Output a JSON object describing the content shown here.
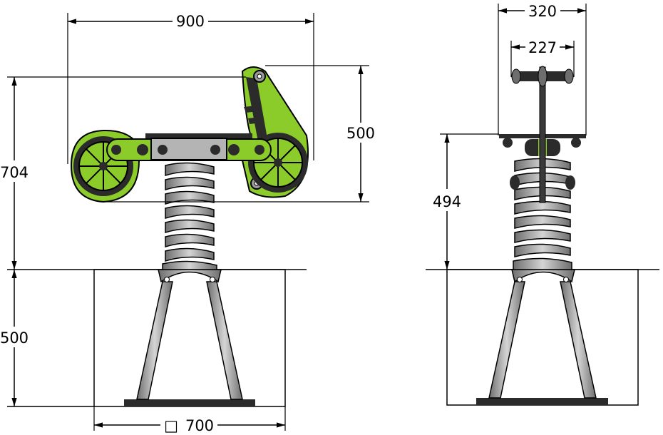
{
  "drawing": {
    "type": "technical-dimension-drawing",
    "subject": "spring rider (motorcycle)",
    "colors": {
      "body_green": "#8ccc2a",
      "dark_part": "#2b2b2b",
      "metal_gray": "#9a9a9a",
      "plate_gray": "#b4b4b4",
      "line": "#000000",
      "background": "#ffffff"
    },
    "side_view": {
      "dimensions": {
        "overall_length": "900",
        "body_height": "500",
        "seat_height": "704",
        "foundation_depth": "500",
        "foundation_square": "700",
        "square_symbol": "□"
      }
    },
    "front_view": {
      "dimensions": {
        "overall_width": "320",
        "handle_width": "227",
        "seat_height": "494"
      }
    }
  }
}
